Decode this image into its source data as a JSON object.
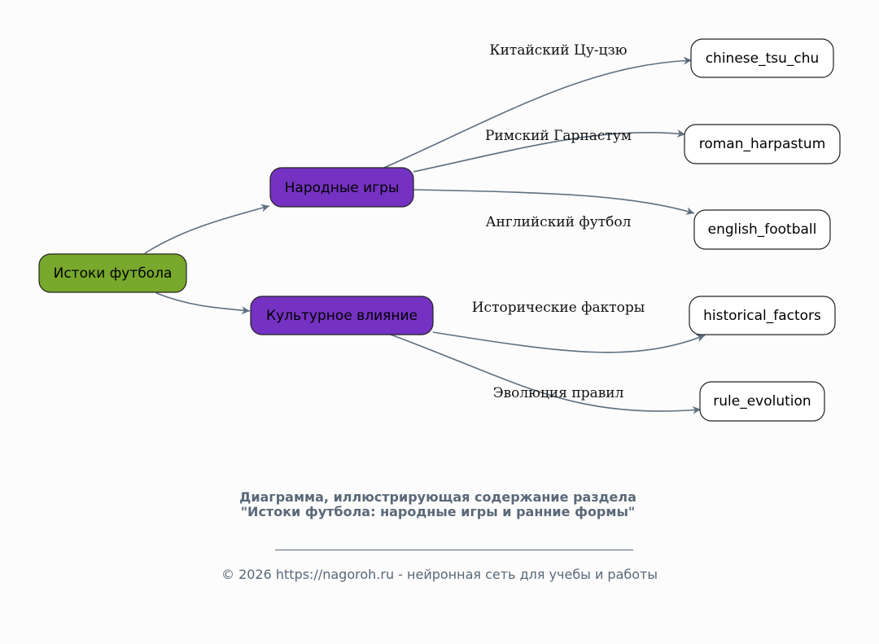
{
  "colors": {
    "root_fill": "#78a82c",
    "branch_fill": "#7532c2",
    "leaf_fill": "#ffffff",
    "edge": "#5f6f80",
    "caption": "#5a6878"
  },
  "nodes": {
    "root": {
      "label": "Истоки футбола"
    },
    "folk_games": {
      "label": "Народные игры"
    },
    "cultural_influence": {
      "label": "Культурное влияние"
    },
    "chinese_tsu_chu": {
      "label": "chinese_tsu_chu"
    },
    "roman_harpastum": {
      "label": "roman_harpastum"
    },
    "english_football": {
      "label": "english_football"
    },
    "historical_factors": {
      "label": "historical_factors"
    },
    "rule_evolution": {
      "label": "rule_evolution"
    }
  },
  "edges": {
    "root_to_folk": {
      "label": ""
    },
    "root_to_cultural": {
      "label": ""
    },
    "folk_to_chinese": {
      "label": "Китайский Цу-цзю"
    },
    "folk_to_roman": {
      "label": "Римский Гарпастум"
    },
    "folk_to_english": {
      "label": "Английский футбол"
    },
    "cultural_to_historical": {
      "label": "Исторические факторы"
    },
    "cultural_to_rules": {
      "label": "Эволюция правил"
    }
  },
  "caption": {
    "title": "Диаграмма, иллюстрирующая содержание раздела \"Истоки футбола: народные игры и ранние формы\"",
    "copyright": "© 2026 https://nagoroh.ru - нейронная сеть для учебы и работы"
  }
}
